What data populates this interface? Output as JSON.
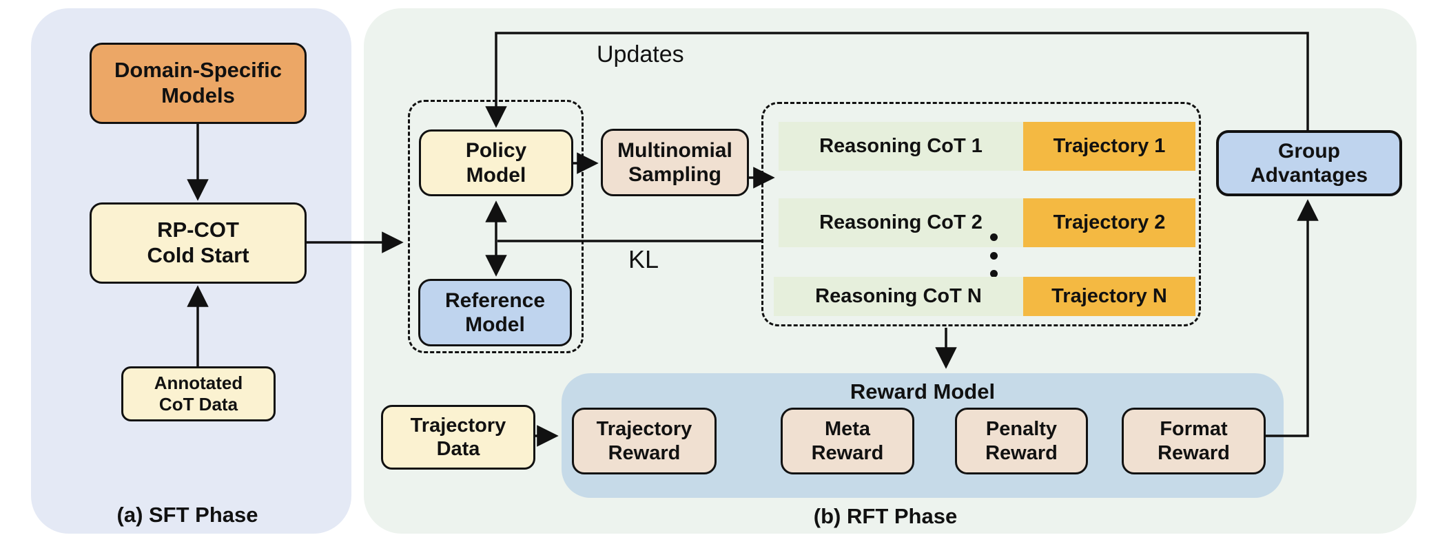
{
  "figure": {
    "type": "training-pipeline-diagram",
    "sft_panel": {
      "caption": "(a) SFT Phase",
      "nodes": {
        "domain_models": {
          "label": "Domain-Specific\nModels"
        },
        "cold_start": {
          "label": "RP-COT\nCold Start"
        },
        "annotated_cot": {
          "label": "Annotated\nCoT Data"
        }
      }
    },
    "rft_panel": {
      "caption": "(b) RFT Phase",
      "flow_labels": {
        "updates": "Updates",
        "kl": "KL"
      },
      "nodes": {
        "policy_model": {
          "label": "Policy\nModel"
        },
        "reference_model": {
          "label": "Reference\nModel"
        },
        "multinomial_sampling": {
          "label": "Multinomial\nSampling"
        },
        "group_advantages": {
          "label": "Group\nAdvantages"
        },
        "trajectory_data": {
          "label": "Trajectory\nData"
        }
      },
      "trajectories": {
        "rows": [
          {
            "cot": "Reasoning CoT 1",
            "trajectory": "Trajectory 1"
          },
          {
            "cot": "Reasoning CoT 2",
            "trajectory": "Trajectory 2"
          },
          {
            "cot": "Reasoning CoT N",
            "trajectory": "Trajectory N"
          }
        ]
      },
      "reward_model": {
        "title": "Reward Model",
        "rewards": [
          {
            "label": "Trajectory\nReward"
          },
          {
            "label": "Meta\nReward"
          },
          {
            "label": "Penalty\nReward"
          },
          {
            "label": "Format\nReward"
          }
        ]
      }
    }
  },
  "colors": {
    "lavender": "#e4e9f5",
    "mint": "#edf3ee",
    "orange": "#eca766",
    "cream": "#fbf2d1",
    "lblue": "#bfd4ee",
    "tan": "#f0e0d1",
    "rewardbg": "#c6dae8",
    "rowgreen": "#e6efdc",
    "roworange": "#f4b942",
    "ink": "#111111"
  }
}
